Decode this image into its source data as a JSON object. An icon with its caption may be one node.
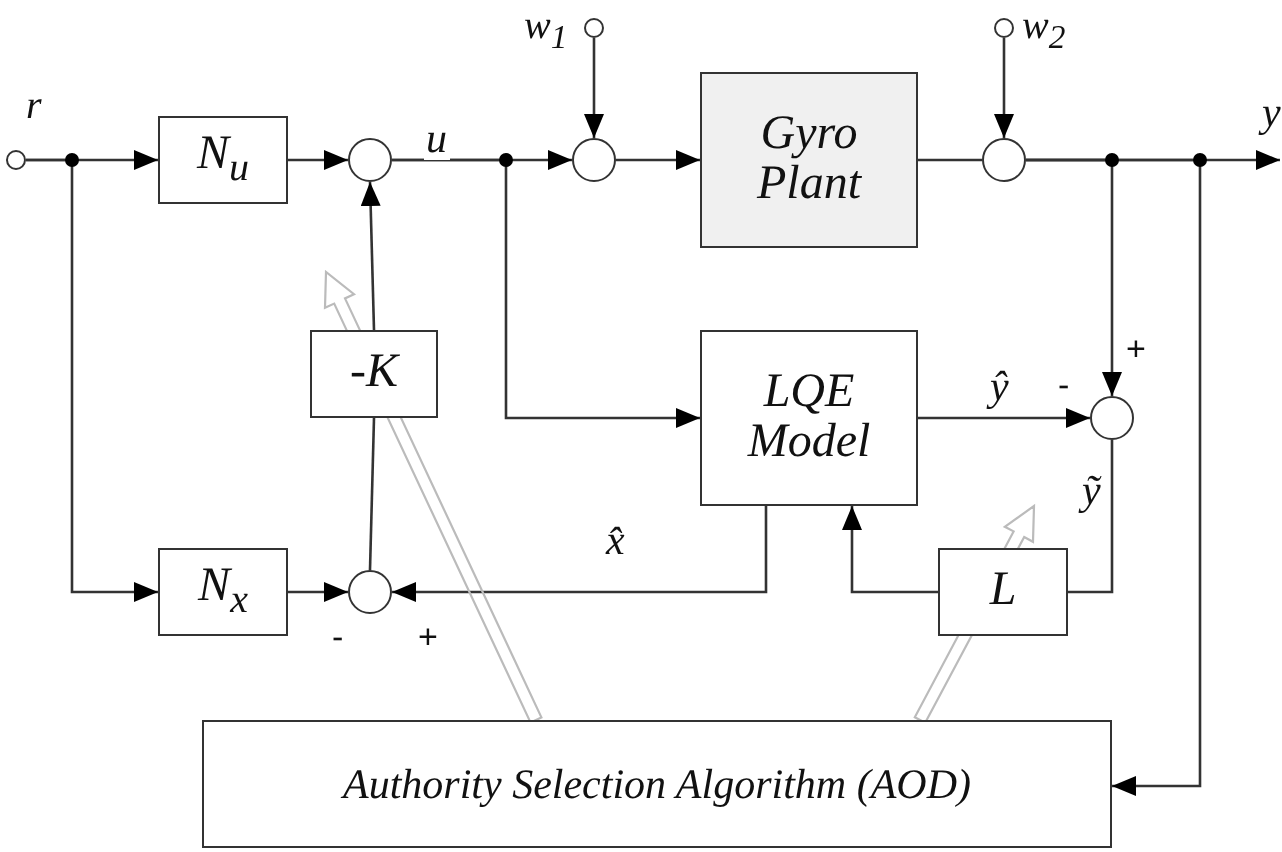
{
  "diagram": {
    "nodes": [
      {
        "text": [],
        "shape": "circle",
        "beside": [
          "r"
        ]
      },
      {
        "text": [
          "N$_{u}$"
        ]
      },
      {
        "text": [],
        "shape": "circle"
      },
      {
        "text": [],
        "shape": "circle",
        "beside": [
          "w$_{1}$"
        ]
      },
      {
        "text": [],
        "shape": "circle"
      },
      {
        "text": [
          "Gyro Plant"
        ]
      },
      {
        "text": [],
        "shape": "circle",
        "beside": [
          "w$_{2}$"
        ]
      },
      {
        "text": [],
        "shape": "circle"
      },
      {
        "text": [
          "-K"
        ]
      },
      {
        "text": [
          "LQE Model"
        ]
      },
      {
        "text": [],
        "shape": "circle"
      },
      {
        "text": [
          "L"
        ]
      },
      {
        "text": [
          "N$_{x}$"
        ]
      },
      {
        "text": [],
        "shape": "circle"
      },
      {
        "text": [
          "Authority Selection Algorithm (AOD)"
        ]
      }
    ],
    "edges": [
      {
        "from": 0,
        "to": 1,
        "arrow": "to"
      },
      {
        "from": 0,
        "to": 12,
        "arrow": "to"
      },
      {
        "from": 1,
        "to": 2,
        "arrow": "to"
      },
      {
        "from": 8,
        "to": 2,
        "arrow": "to"
      },
      {
        "from": 2,
        "to": 4,
        "arrow": "to",
        "label": "u"
      },
      {
        "from": 2,
        "to": 9,
        "arrow": "to"
      },
      {
        "from": 3,
        "to": 4,
        "arrow": "to"
      },
      {
        "from": 4,
        "to": 5,
        "arrow": "to"
      },
      {
        "from": 5,
        "to": 7,
        "arrow": "none"
      },
      {
        "from": 6,
        "to": 7,
        "arrow": "to"
      },
      {
        "from": 7,
        "to": null,
        "arrow": "to",
        "label": "y"
      },
      {
        "from": 7,
        "to": 10,
        "arrow": "to"
      },
      {
        "from": 7,
        "to": 14,
        "arrow": "to"
      },
      {
        "from": 9,
        "to": 10,
        "arrow": "to",
        "label": "ŷ"
      },
      {
        "from": 10,
        "to": 11,
        "arrow": "none",
        "label": "ỹ"
      },
      {
        "from": 11,
        "to": 9,
        "arrow": "to"
      },
      {
        "from": 9,
        "to": 13,
        "arrow": "to",
        "label": "x̂"
      },
      {
        "from": 12,
        "to": 13,
        "arrow": "to"
      },
      {
        "from": 13,
        "to": 8,
        "arrow": "none"
      },
      {
        "from": 14,
        "to": 8,
        "arrow": "to",
        "style": "thick",
        "color": "#bbbbbb"
      },
      {
        "from": 14,
        "to": 11,
        "arrow": "to",
        "style": "thick",
        "color": "#bbbbbb"
      }
    ],
    "labels": [
      "+",
      "-",
      "-",
      "+"
    ]
  }
}
